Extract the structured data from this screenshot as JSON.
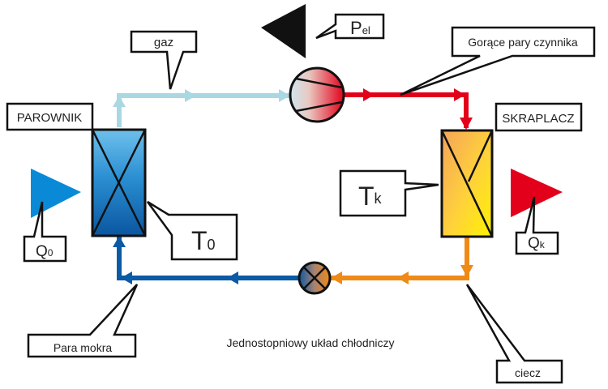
{
  "title": "Jednostopniowy układ chłodniczy",
  "labels": {
    "gaz": "gaz",
    "parownik": "PAROWNIK",
    "skraplacz": "SKRAPLACZ",
    "hot_vapor": "Gorące pary czynnika",
    "wet_vapor": "Para mokra",
    "liquid": "ciecz",
    "power": {
      "main": "P",
      "sub": "el"
    },
    "q0": {
      "main": "Q",
      "sub": "0"
    },
    "qk": {
      "main": "Q",
      "sub": "k"
    },
    "t0": {
      "main": "T",
      "sub": "0"
    },
    "tk": {
      "main": "T",
      "sub": "k"
    }
  },
  "colors": {
    "gas_line": "#a9d8e3",
    "hot_line": "#e3001b",
    "liquid_line": "#ef8a17",
    "wet_line": "#0a5aa5",
    "evaporator_top": "#6ec0ec",
    "evaporator_bottom": "#0a56a0",
    "condenser_top": "#f4a45a",
    "condenser_bottom": "#fff200",
    "heat_in": "#0a8ad6",
    "heat_out": "#e3001b",
    "power": "#111111"
  }
}
